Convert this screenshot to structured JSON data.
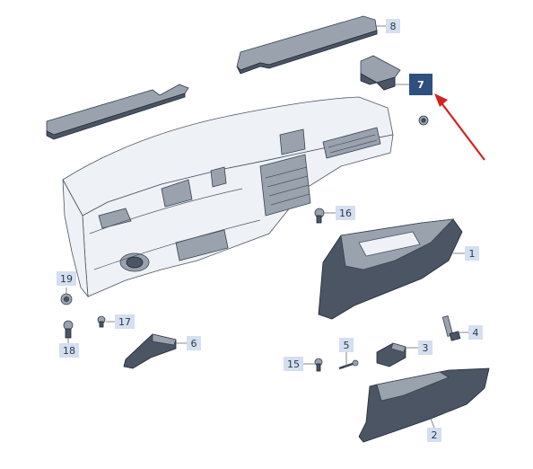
{
  "diagram": {
    "highlight_color": "#2f4f7e",
    "arrow_color": "#d62020",
    "callouts": [
      {
        "id": "c1",
        "label": "1",
        "highlighted": false
      },
      {
        "id": "c2",
        "label": "2",
        "highlighted": false
      },
      {
        "id": "c3",
        "label": "3",
        "highlighted": false
      },
      {
        "id": "c4",
        "label": "4",
        "highlighted": false
      },
      {
        "id": "c5",
        "label": "5",
        "highlighted": false
      },
      {
        "id": "c6",
        "label": "6",
        "highlighted": false
      },
      {
        "id": "c7",
        "label": "7",
        "highlighted": true
      },
      {
        "id": "c8",
        "label": "8",
        "highlighted": false
      },
      {
        "id": "c15",
        "label": "15",
        "highlighted": false
      },
      {
        "id": "c16",
        "label": "16",
        "highlighted": false
      },
      {
        "id": "c17",
        "label": "17",
        "highlighted": false
      },
      {
        "id": "c18",
        "label": "18",
        "highlighted": false
      },
      {
        "id": "c19",
        "label": "19",
        "highlighted": false
      }
    ]
  }
}
